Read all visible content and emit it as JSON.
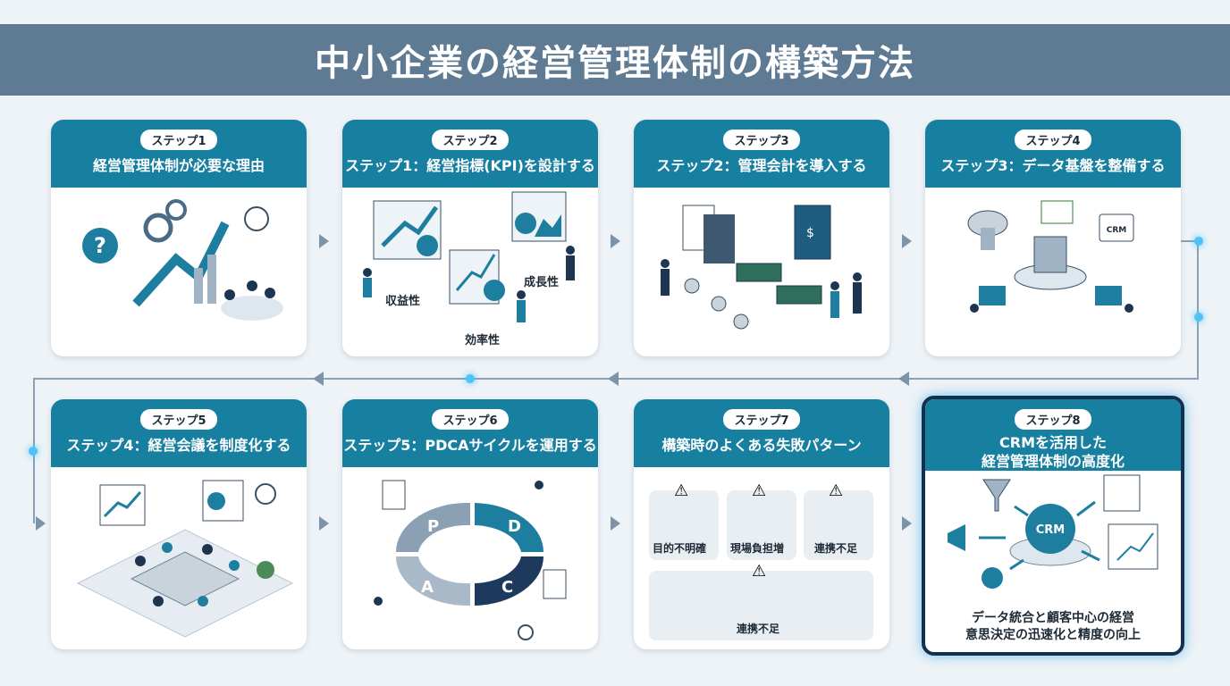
{
  "title": "中小企業の経営管理体制の構築方法",
  "steps": [
    {
      "badge": "ステップ1",
      "title": "経営管理体制が必要な理由"
    },
    {
      "badge": "ステップ2",
      "title": "ステップ1：経営指標(KPI)を設計する",
      "labels": [
        "収益性",
        "成長性",
        "効率性"
      ]
    },
    {
      "badge": "ステップ3",
      "title": "ステップ2：管理会計を導入する"
    },
    {
      "badge": "ステップ4",
      "title": "ステップ3：データ基盤を整備する",
      "labels": [
        "CRM"
      ]
    },
    {
      "badge": "ステップ5",
      "title": "ステップ4：経営会議を制度化する"
    },
    {
      "badge": "ステップ6",
      "title": "ステップ5：PDCAサイクルを運用する",
      "labels": [
        "P",
        "D",
        "C",
        "A"
      ]
    },
    {
      "badge": "ステップ7",
      "title": "構築時のよくある失敗パターン",
      "labels": [
        "目的不明確",
        "現場負担増",
        "連携不足",
        "連携不足"
      ]
    },
    {
      "badge": "ステップ8",
      "title_line1": "CRMを活用した",
      "title_line2": "経営管理体制の高度化",
      "labels": [
        "CRM"
      ],
      "footer_line1": "データ統合と顧客中心の経営",
      "footer_line2": "意思決定の迅速化と精度の向上"
    }
  ],
  "colors": {
    "title_bar": "#5f7b94",
    "card_header": "#177fa0",
    "highlight_border": "#14304f",
    "accent_glow": "#4fc3f7"
  }
}
